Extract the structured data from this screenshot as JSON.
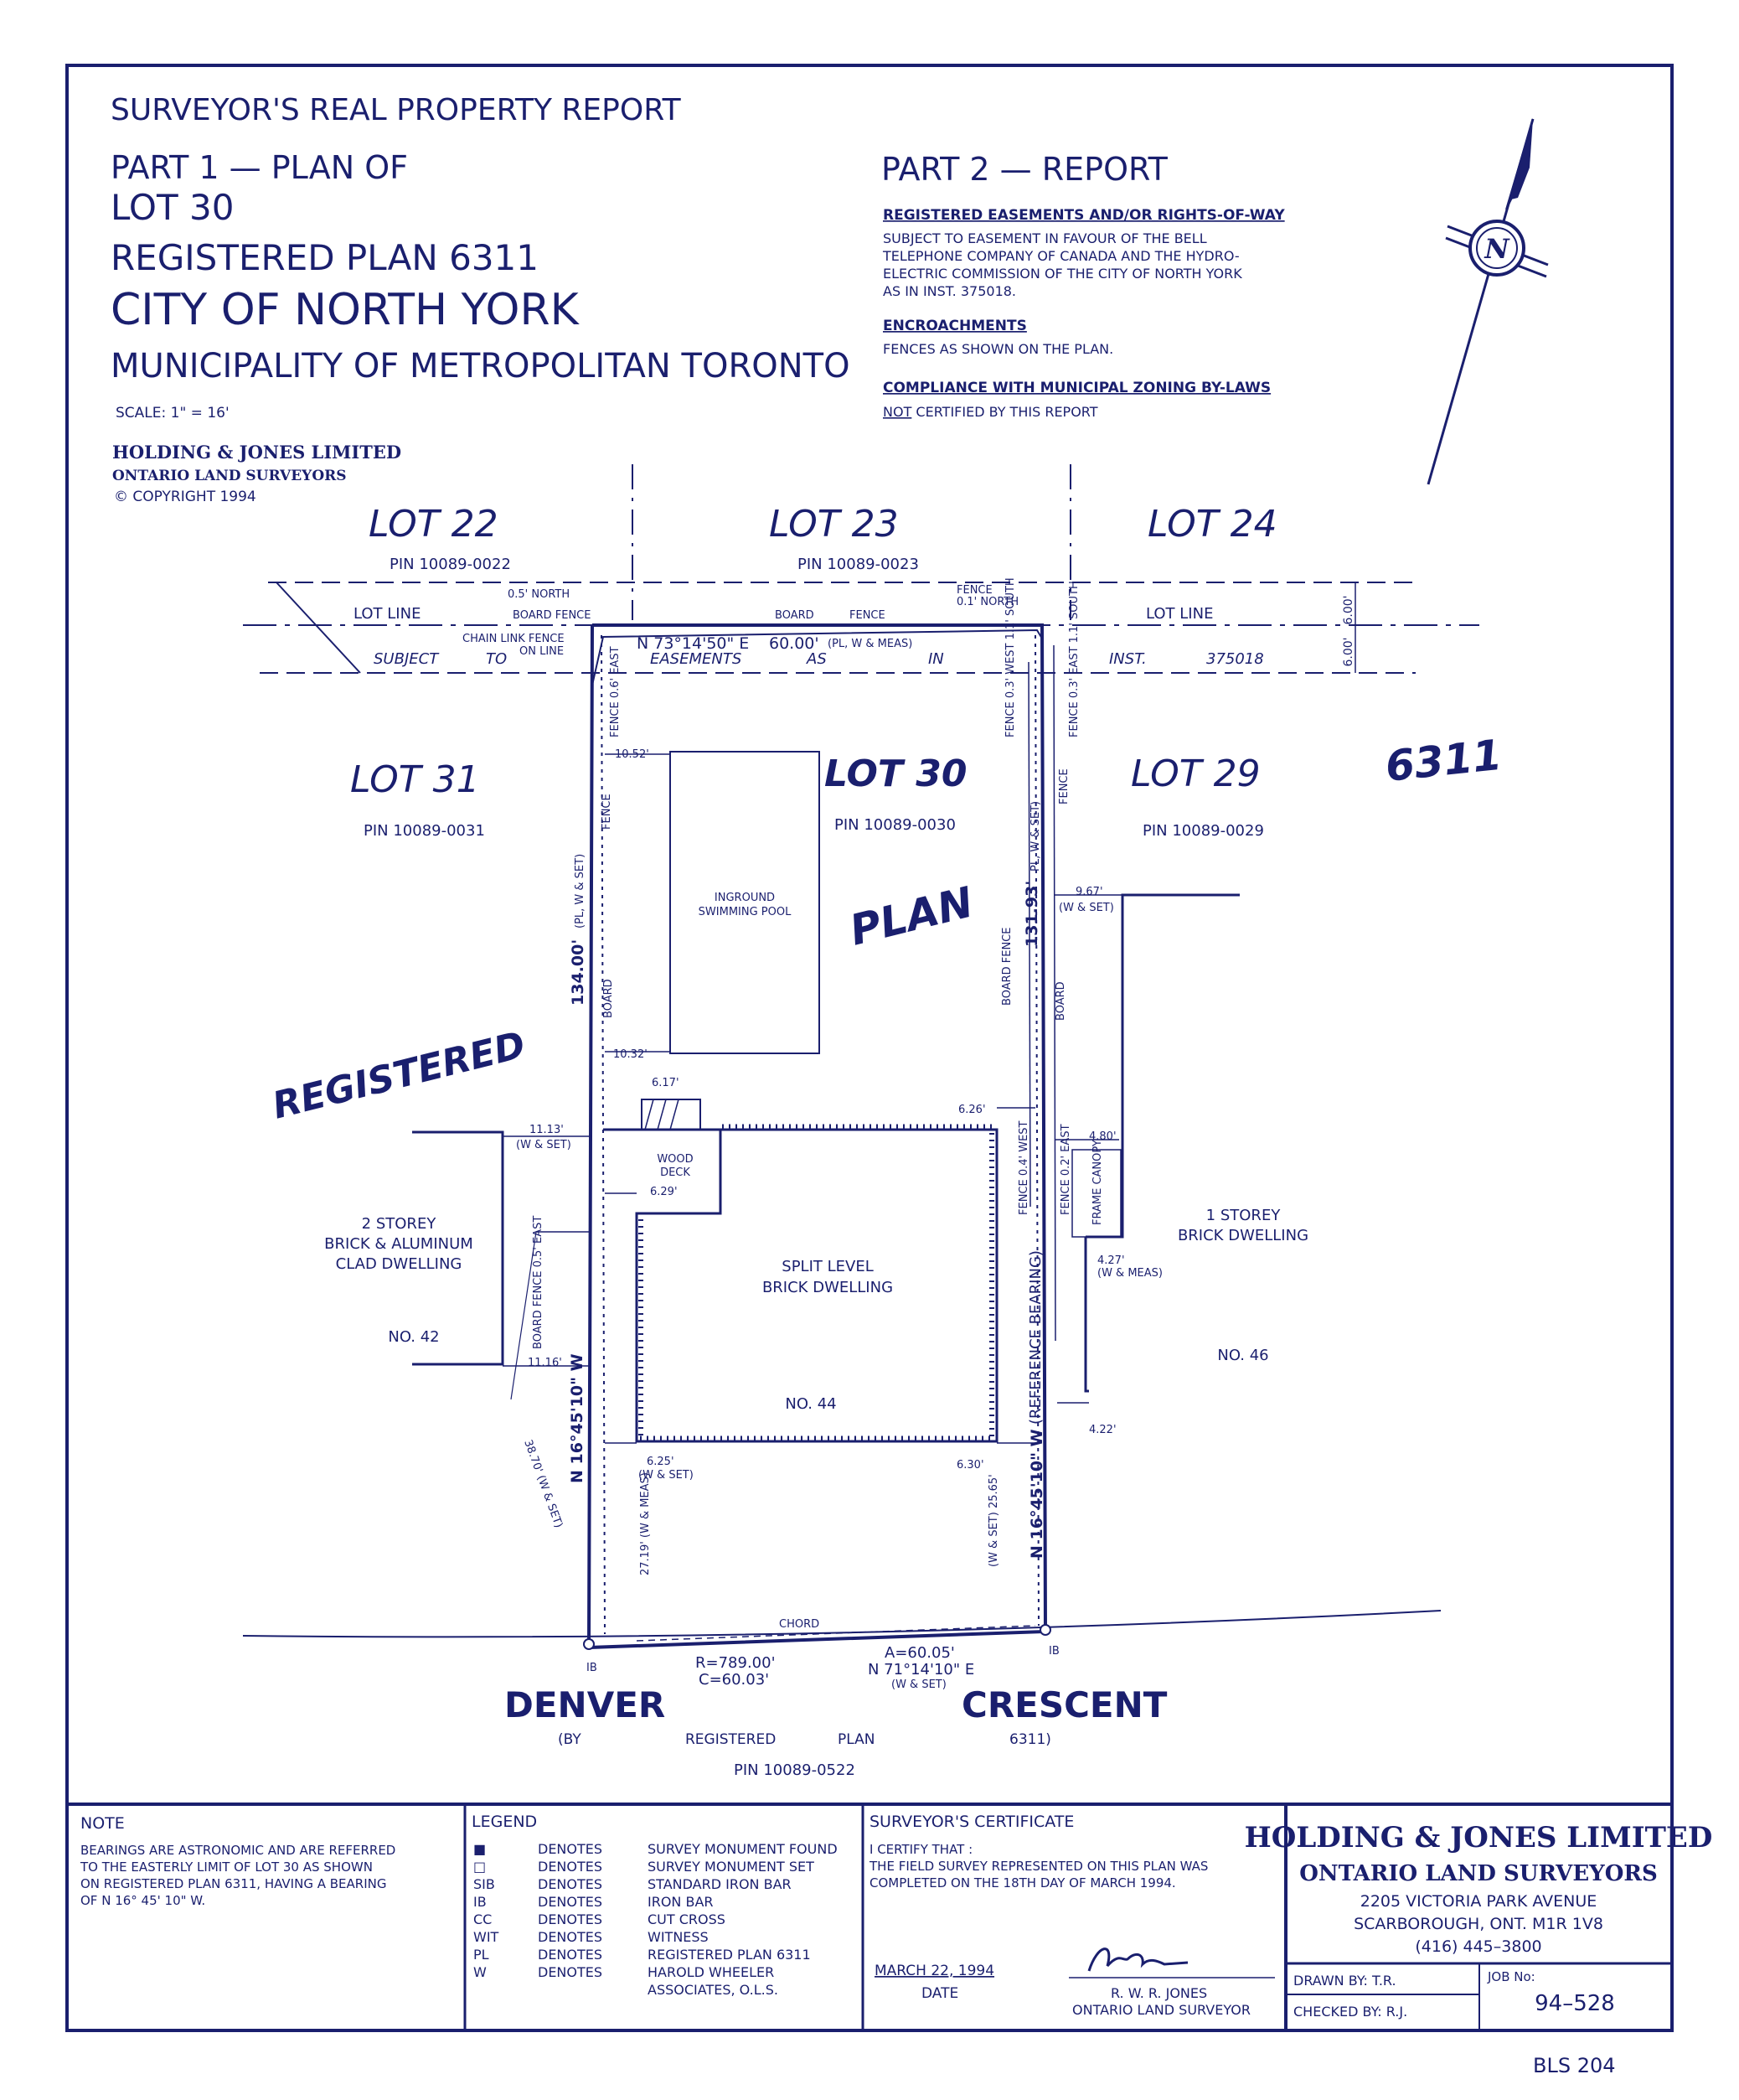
{
  "header": {
    "title": "SURVEYOR'S REAL PROPERTY REPORT",
    "part1": "PART 1 — PLAN OF",
    "lot": "LOT 30",
    "plan": "REGISTERED PLAN 6311",
    "city": "CITY OF NORTH YORK",
    "municipality": "MUNICIPALITY OF METROPOLITAN TORONTO",
    "scale": "SCALE:  1\" = 16'",
    "firm": "HOLDING & JONES LIMITED",
    "firm_sub": "ONTARIO LAND SURVEYORS",
    "copyright": "© COPYRIGHT 1994"
  },
  "report": {
    "title": "PART 2 — REPORT",
    "easements_head": "REGISTERED EASEMENTS AND/OR RIGHTS-OF-WAY",
    "easements_lines": [
      "SUBJECT TO EASEMENT IN FAVOUR OF THE BELL",
      "TELEPHONE COMPANY OF CANADA AND THE HYDRO-",
      "ELECTRIC COMMISSION OF THE CITY OF NORTH YORK",
      "AS IN INST. 375018."
    ],
    "encroach_head": "ENCROACHMENTS",
    "encroach_text": "FENCES AS SHOWN ON THE PLAN.",
    "zoning_head": "COMPLIANCE WITH MUNICIPAL ZONING BY-LAWS",
    "zoning_not": "NOT",
    "zoning_rest": " CERTIFIED BY THIS REPORT"
  },
  "north_letter": "N",
  "plan": {
    "lot22": "LOT   22",
    "pin22": "PIN  10089-0022",
    "lot23": "LOT   23",
    "pin23": "PIN  10089-0023",
    "lot24": "LOT   24",
    "lot31": "LOT   31",
    "pin31": "PIN  10089-0031",
    "lot30": "LOT   30",
    "pin30": "PIN  10089-0030",
    "lot29": "LOT   29",
    "pin29": "PIN  10089-0029",
    "hw_6311": "6311",
    "hw_plan": "PLAN",
    "hw_registered": "REGISTERED",
    "lot_line_l": "LOT LINE",
    "lot_line_r": "LOT LINE",
    "subject": "SUBJECT",
    "to": "TO",
    "easements": "EASEMENTS",
    "as": "AS",
    "in": "IN",
    "inst": "INST.",
    "inst_no": "375018",
    "north_bearing": "N 73°14'50\" E",
    "north_dist": "60.00'",
    "north_dist_note": "(PL, W & MEAS)",
    "fence_05n": "0.5' NORTH",
    "board_fence": "BOARD FENCE",
    "chain_link": "CHAIN LINK FENCE",
    "on_line": "ON LINE",
    "board_top": "BOARD",
    "fence_top": "FENCE",
    "fence_01n_a": "FENCE",
    "fence_01n_b": "0.1' NORTH",
    "six_a": "6.00'",
    "six_b": "6.00'",
    "fence_06e": "FENCE 0.6' EAST",
    "fence_03w": "FENCE 0.3' WEST 1.1' SOUTH",
    "fence_03e": "FENCE 0.3' EAST 1.1' SOUTH",
    "d_1052": "10.52'",
    "d_1032": "10.32'",
    "d_617": "6.17'",
    "d_1113": "11.13'",
    "w_set_a": "(W & SET)",
    "d_629": "6.29'",
    "d_1116": "11.16'",
    "d_625": "6.25'",
    "w_set_b": "(W & SET)",
    "d_630": "6.30'",
    "d_626": "6.26'",
    "d_480": "4.80'",
    "d_967": "9.67'",
    "w_set_c": "(W & SET)",
    "d_427": "4.27'",
    "w_meas": "(W & MEAS)",
    "d_422": "4.22'",
    "west_len": "134.00'",
    "west_len_note": "(PL, W & SET)",
    "fence_w": "FENCE",
    "board_w": "BOARD",
    "east_len": "131.93'",
    "east_len_note": "PL, W & SET)",
    "fence_e": "FENCE",
    "board_e": "BOARD",
    "board_fence_e": "BOARD FENCE",
    "pool_a": "INGROUND",
    "pool_b": "SWIMMING POOL",
    "wood_deck_a": "WOOD",
    "wood_deck_b": "DECK",
    "left_house_a": "2 STOREY",
    "left_house_b": "BRICK & ALUMINUM",
    "left_house_c": "CLAD DWELLING",
    "no42": "NO. 42",
    "board_fence_05e": "BOARD FENCE 0.5' EAST",
    "split_a": "SPLIT LEVEL",
    "split_b": "BRICK DWELLING",
    "no44": "NO. 44",
    "right_house_a": "1 STOREY",
    "right_house_b": "BRICK DWELLING",
    "no46": "NO. 46",
    "fence_04w": "FENCE 0.4' WEST",
    "fence_02e": "FENCE 0.2' EAST",
    "frame_canopy": "FRAME CANOPY",
    "ref_bearing": "(REFERENCE BEARING)",
    "west_bearing": "N 16°45'10\" W",
    "east_bearing": "N 16°45'10\" W",
    "d_3870": "38.70' (W & SET)",
    "d_2719": "27.19' (W & MEAS)",
    "d_2565": "(W & SET) 25.65'",
    "chord": "CHORD",
    "ib_l": "IB",
    "ib_r": "IB",
    "radius": "R=789.00'",
    "chord_len": "C=60.03'",
    "arc": "A=60.05'",
    "south_bearing": "N 71°14'10\" E",
    "south_note": "(W & SET)",
    "street_a": "DENVER",
    "street_b": "CRESCENT",
    "by": "(BY",
    "reg": "REGISTERED",
    "pl": "PLAN",
    "n6311": "6311)",
    "pin_street": "PIN  10089-0522"
  },
  "note": {
    "title": "NOTE",
    "lines": [
      "BEARINGS ARE ASTRONOMIC AND ARE REFERRED",
      "TO THE EASTERLY LIMIT OF LOT 30 AS SHOWN",
      "ON REGISTERED PLAN 6311, HAVING A BEARING",
      "OF N 16° 45' 10\" W."
    ]
  },
  "legend": {
    "title": "LEGEND",
    "rows": [
      {
        "sym": "■",
        "den": "DENOTES",
        "desc": "SURVEY MONUMENT FOUND"
      },
      {
        "sym": "□",
        "den": "DENOTES",
        "desc": "SURVEY MONUMENT SET"
      },
      {
        "sym": "SIB",
        "den": "DENOTES",
        "desc": "STANDARD IRON BAR"
      },
      {
        "sym": "IB",
        "den": "DENOTES",
        "desc": "IRON BAR"
      },
      {
        "sym": "CC",
        "den": "DENOTES",
        "desc": "CUT CROSS"
      },
      {
        "sym": "WIT",
        "den": "DENOTES",
        "desc": "WITNESS"
      },
      {
        "sym": "PL",
        "den": "DENOTES",
        "desc": "REGISTERED PLAN 6311"
      },
      {
        "sym": "W",
        "den": "DENOTES",
        "desc": "HAROLD WHEELER"
      }
    ],
    "last_line": "ASSOCIATES, O.L.S."
  },
  "certificate": {
    "title": "SURVEYOR'S CERTIFICATE",
    "lines": [
      "I CERTIFY THAT :",
      "THE FIELD SURVEY REPRESENTED ON THIS PLAN WAS",
      "COMPLETED ON THE 18TH DAY OF MARCH 1994."
    ],
    "date_value": "MARCH 22, 1994",
    "date_label": "DATE",
    "signer": "R. W. R. JONES",
    "signer_title": "ONTARIO LAND SURVEYOR"
  },
  "titleblock": {
    "firm": "HOLDING & JONES LIMITED",
    "sub": "ONTARIO LAND SURVEYORS",
    "addr1": "2205 VICTORIA PARK AVENUE",
    "addr2": "SCARBOROUGH, ONT.  M1R 1V8",
    "phone": "(416)  445–3800",
    "drawn": "DRAWN BY:  T.R.",
    "checked": "CHECKED BY:  R.J.",
    "job_label": "JOB No:",
    "job_no": "94–528"
  },
  "sheet_code": "BLS 204"
}
